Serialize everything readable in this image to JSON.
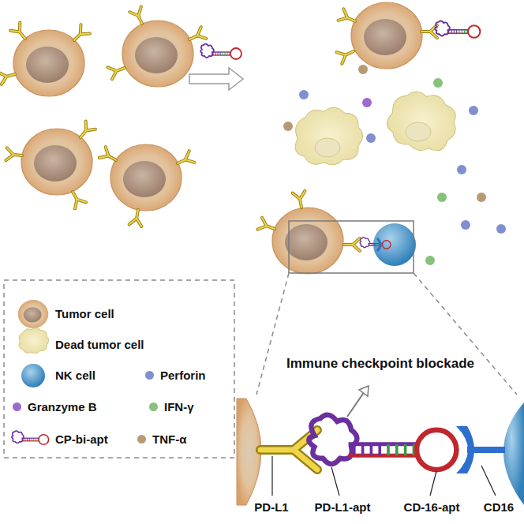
{
  "diagram": {
    "labels": [
      "Immune checkpoint blockade",
      "PD-L1",
      "PD-L1-apt",
      "CD-16-apt",
      "CD16"
    ],
    "legend": [
      {
        "text": "Tumor cell"
      },
      {
        "text": "Dead tumor cell"
      },
      {
        "text": "NK cell"
      },
      {
        "text": "Perforin",
        "color": "#7f8fd0"
      },
      {
        "text": "Granzyme B",
        "color": "#9a6ad0"
      },
      {
        "text": "IFN-γ",
        "color": "#86c27a"
      },
      {
        "text": "CP-bi-apt"
      },
      {
        "text": "TNF-α",
        "color": "#b79a74"
      }
    ]
  }
}
